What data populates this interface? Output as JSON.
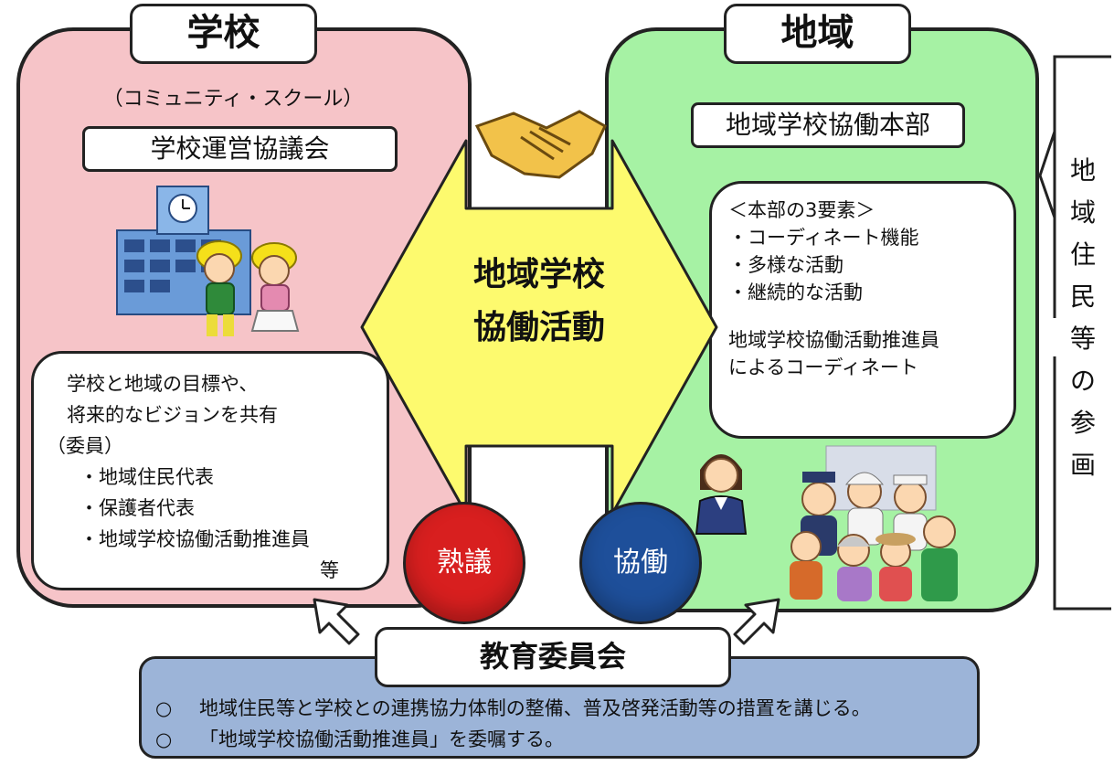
{
  "school": {
    "title": "学校",
    "subtitle": "（コミュニティ・スクール）",
    "council": "学校運営協議会",
    "info": {
      "line1": "学校と地域の目標や、",
      "line2": "将来的なビジョンを共有",
      "members_label": "（委員）",
      "members": [
        "・地域住民代表",
        "・保護者代表",
        "・地域学校協働活動推進員"
      ],
      "etc": "等"
    }
  },
  "region": {
    "title": "地域",
    "hq": "地域学校協働本部",
    "info": {
      "heading": "＜本部の3要素＞",
      "items": [
        "・コーディネート機能",
        "・多様な活動",
        "・継続的な活動"
      ],
      "coord_line1": "地域学校協働活動推進員",
      "coord_line2": "によるコーディネート"
    }
  },
  "center": {
    "line1": "地域学校",
    "line2": "協働活動"
  },
  "circles": {
    "deliberation": "熟議",
    "collaboration": "協働"
  },
  "side_vertical": [
    "地",
    "域",
    "住",
    "民",
    "等",
    "の",
    "参",
    "画"
  ],
  "board": {
    "title": "教育委員会",
    "bullet": "○",
    "items": [
      "地域住民等と学校との連携協力体制の整備、普及啓発活動等の措置を講じる。",
      "「地域学校協働活動推進員」を委嘱する。"
    ]
  },
  "colors": {
    "school_bg": "#f6c4c8",
    "region_bg": "#a6f2a4",
    "arrow": "#fdfa6e",
    "deliberation": "#d81f1f",
    "collaboration": "#1e4f9a",
    "board_bg": "#9cb4d8"
  },
  "icons": [
    "handshake-icon",
    "school-building-icon",
    "children-icon",
    "coordinator-person-icon",
    "community-people-icon",
    "up-arrow-icon"
  ]
}
